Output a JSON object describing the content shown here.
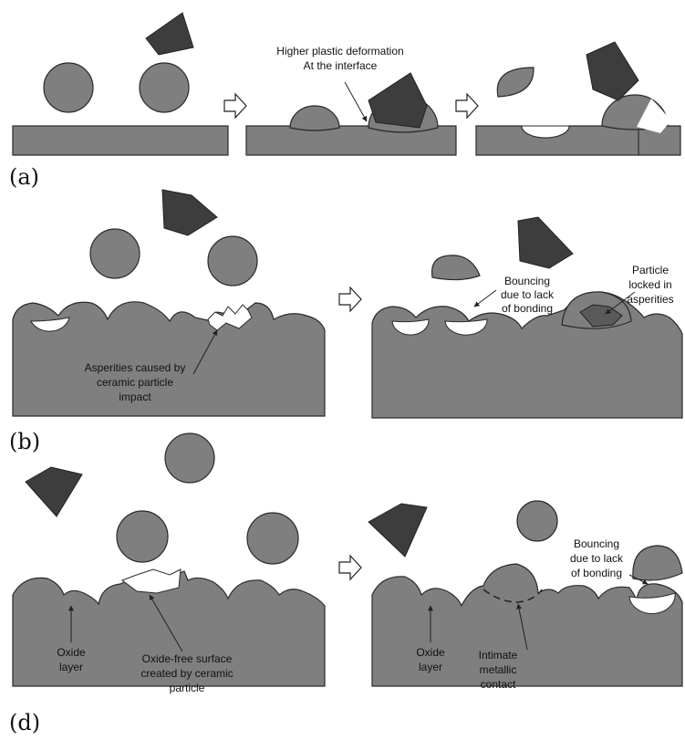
{
  "panel_a": {
    "label": "(a)",
    "annotation_line1": "Higher plastic deformation",
    "annotation_line2": "At the interface"
  },
  "panel_b": {
    "label": "(b)",
    "asperities_line1": "Asperities caused by",
    "asperities_line2": "ceramic particle",
    "asperities_line3": "impact",
    "bouncing_line1": "Bouncing",
    "bouncing_line2": "due to lack",
    "bouncing_line3": "of bonding",
    "locked_line1": "Particle",
    "locked_line2": "locked in",
    "locked_line3": "asperities"
  },
  "panel_d": {
    "label": "(d)",
    "oxide_line1": "Oxide",
    "oxide_line2": "layer",
    "oxidefree_line1": "Oxide-free surface",
    "oxidefree_line2": "created by ceramic",
    "oxidefree_line3": "particle",
    "oxide2_line1": "Oxide",
    "oxide2_line2": "layer",
    "intimate_line1": "Intimate",
    "intimate_line2": "metallic",
    "intimate_line3": "contact",
    "bouncing_line1": "Bouncing",
    "bouncing_line2": "due to lack",
    "bouncing_line3": "of bonding"
  }
}
